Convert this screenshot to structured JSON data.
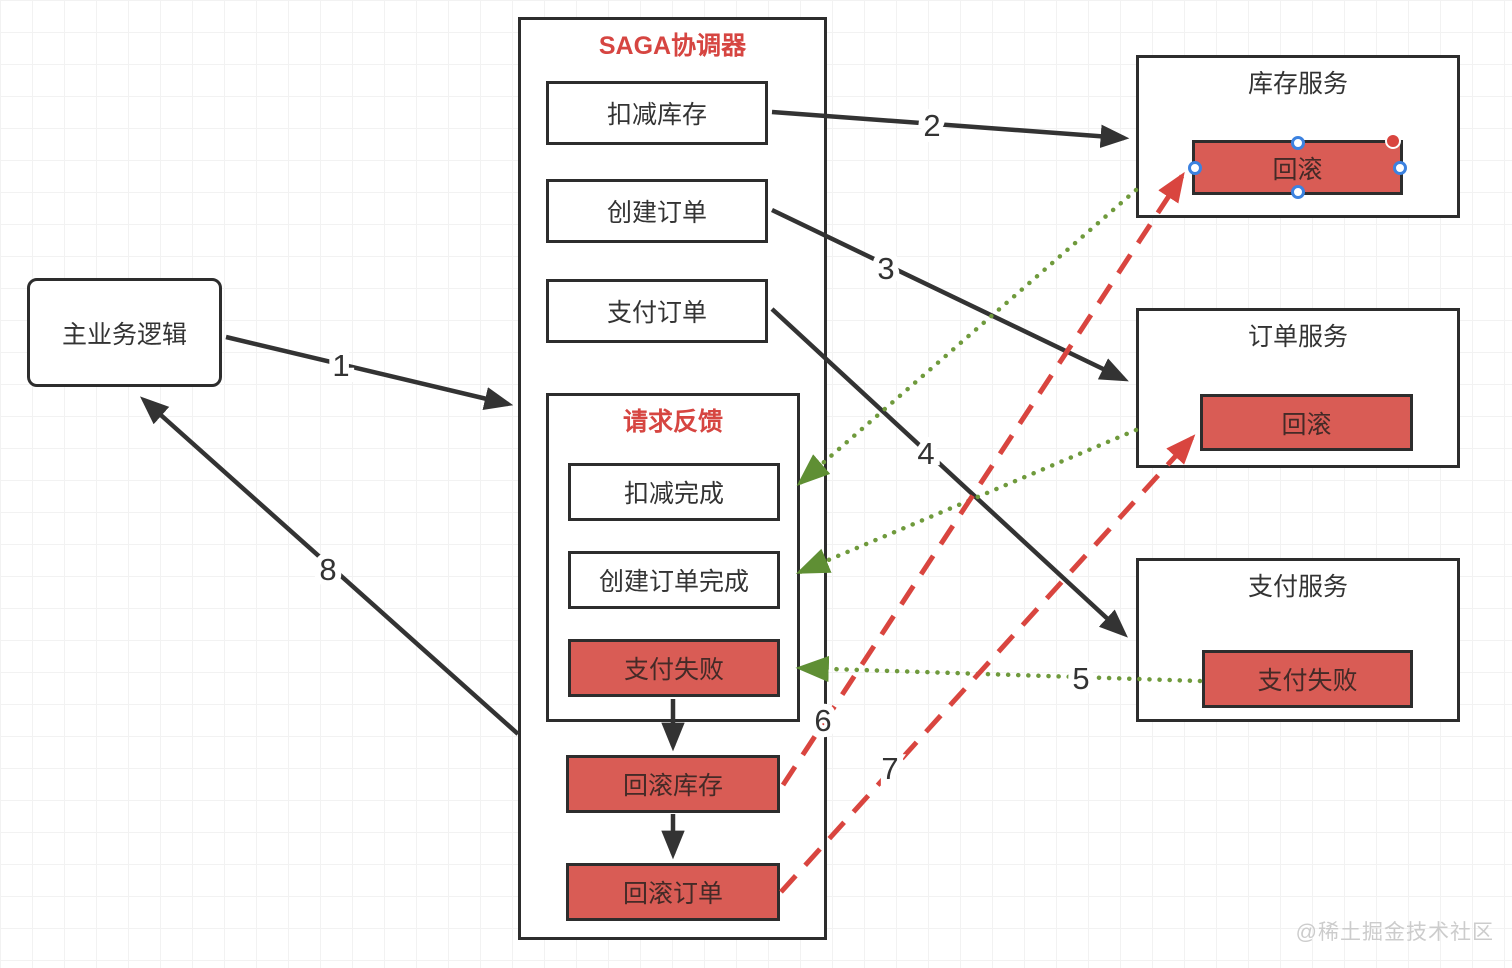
{
  "main_box": {
    "label": "主业务逻辑"
  },
  "coordinator": {
    "title": "SAGA协调器",
    "steps": [
      "扣减库存",
      "创建订单",
      "支付订单"
    ],
    "feedback": {
      "title": "请求反馈",
      "items": [
        "扣减完成",
        "创建订单完成",
        "支付失败"
      ]
    },
    "rollbacks": [
      "回滚库存",
      "回滚订单"
    ]
  },
  "services": [
    {
      "title": "库存服务",
      "inner": "回滚"
    },
    {
      "title": "订单服务",
      "inner": "回滚"
    },
    {
      "title": "支付服务",
      "inner": "支付失败"
    }
  ],
  "arrow_labels": [
    "1",
    "2",
    "3",
    "4",
    "5",
    "6",
    "7",
    "8"
  ],
  "colors": {
    "line": "#333333",
    "red_fill": "#d95c55",
    "red_dash": "#d9534f",
    "green_dot": "#6f9a3c",
    "title_red": "#d64541",
    "handle_blue": "#3c82e0"
  },
  "watermark": "@稀土掘金技术社区"
}
